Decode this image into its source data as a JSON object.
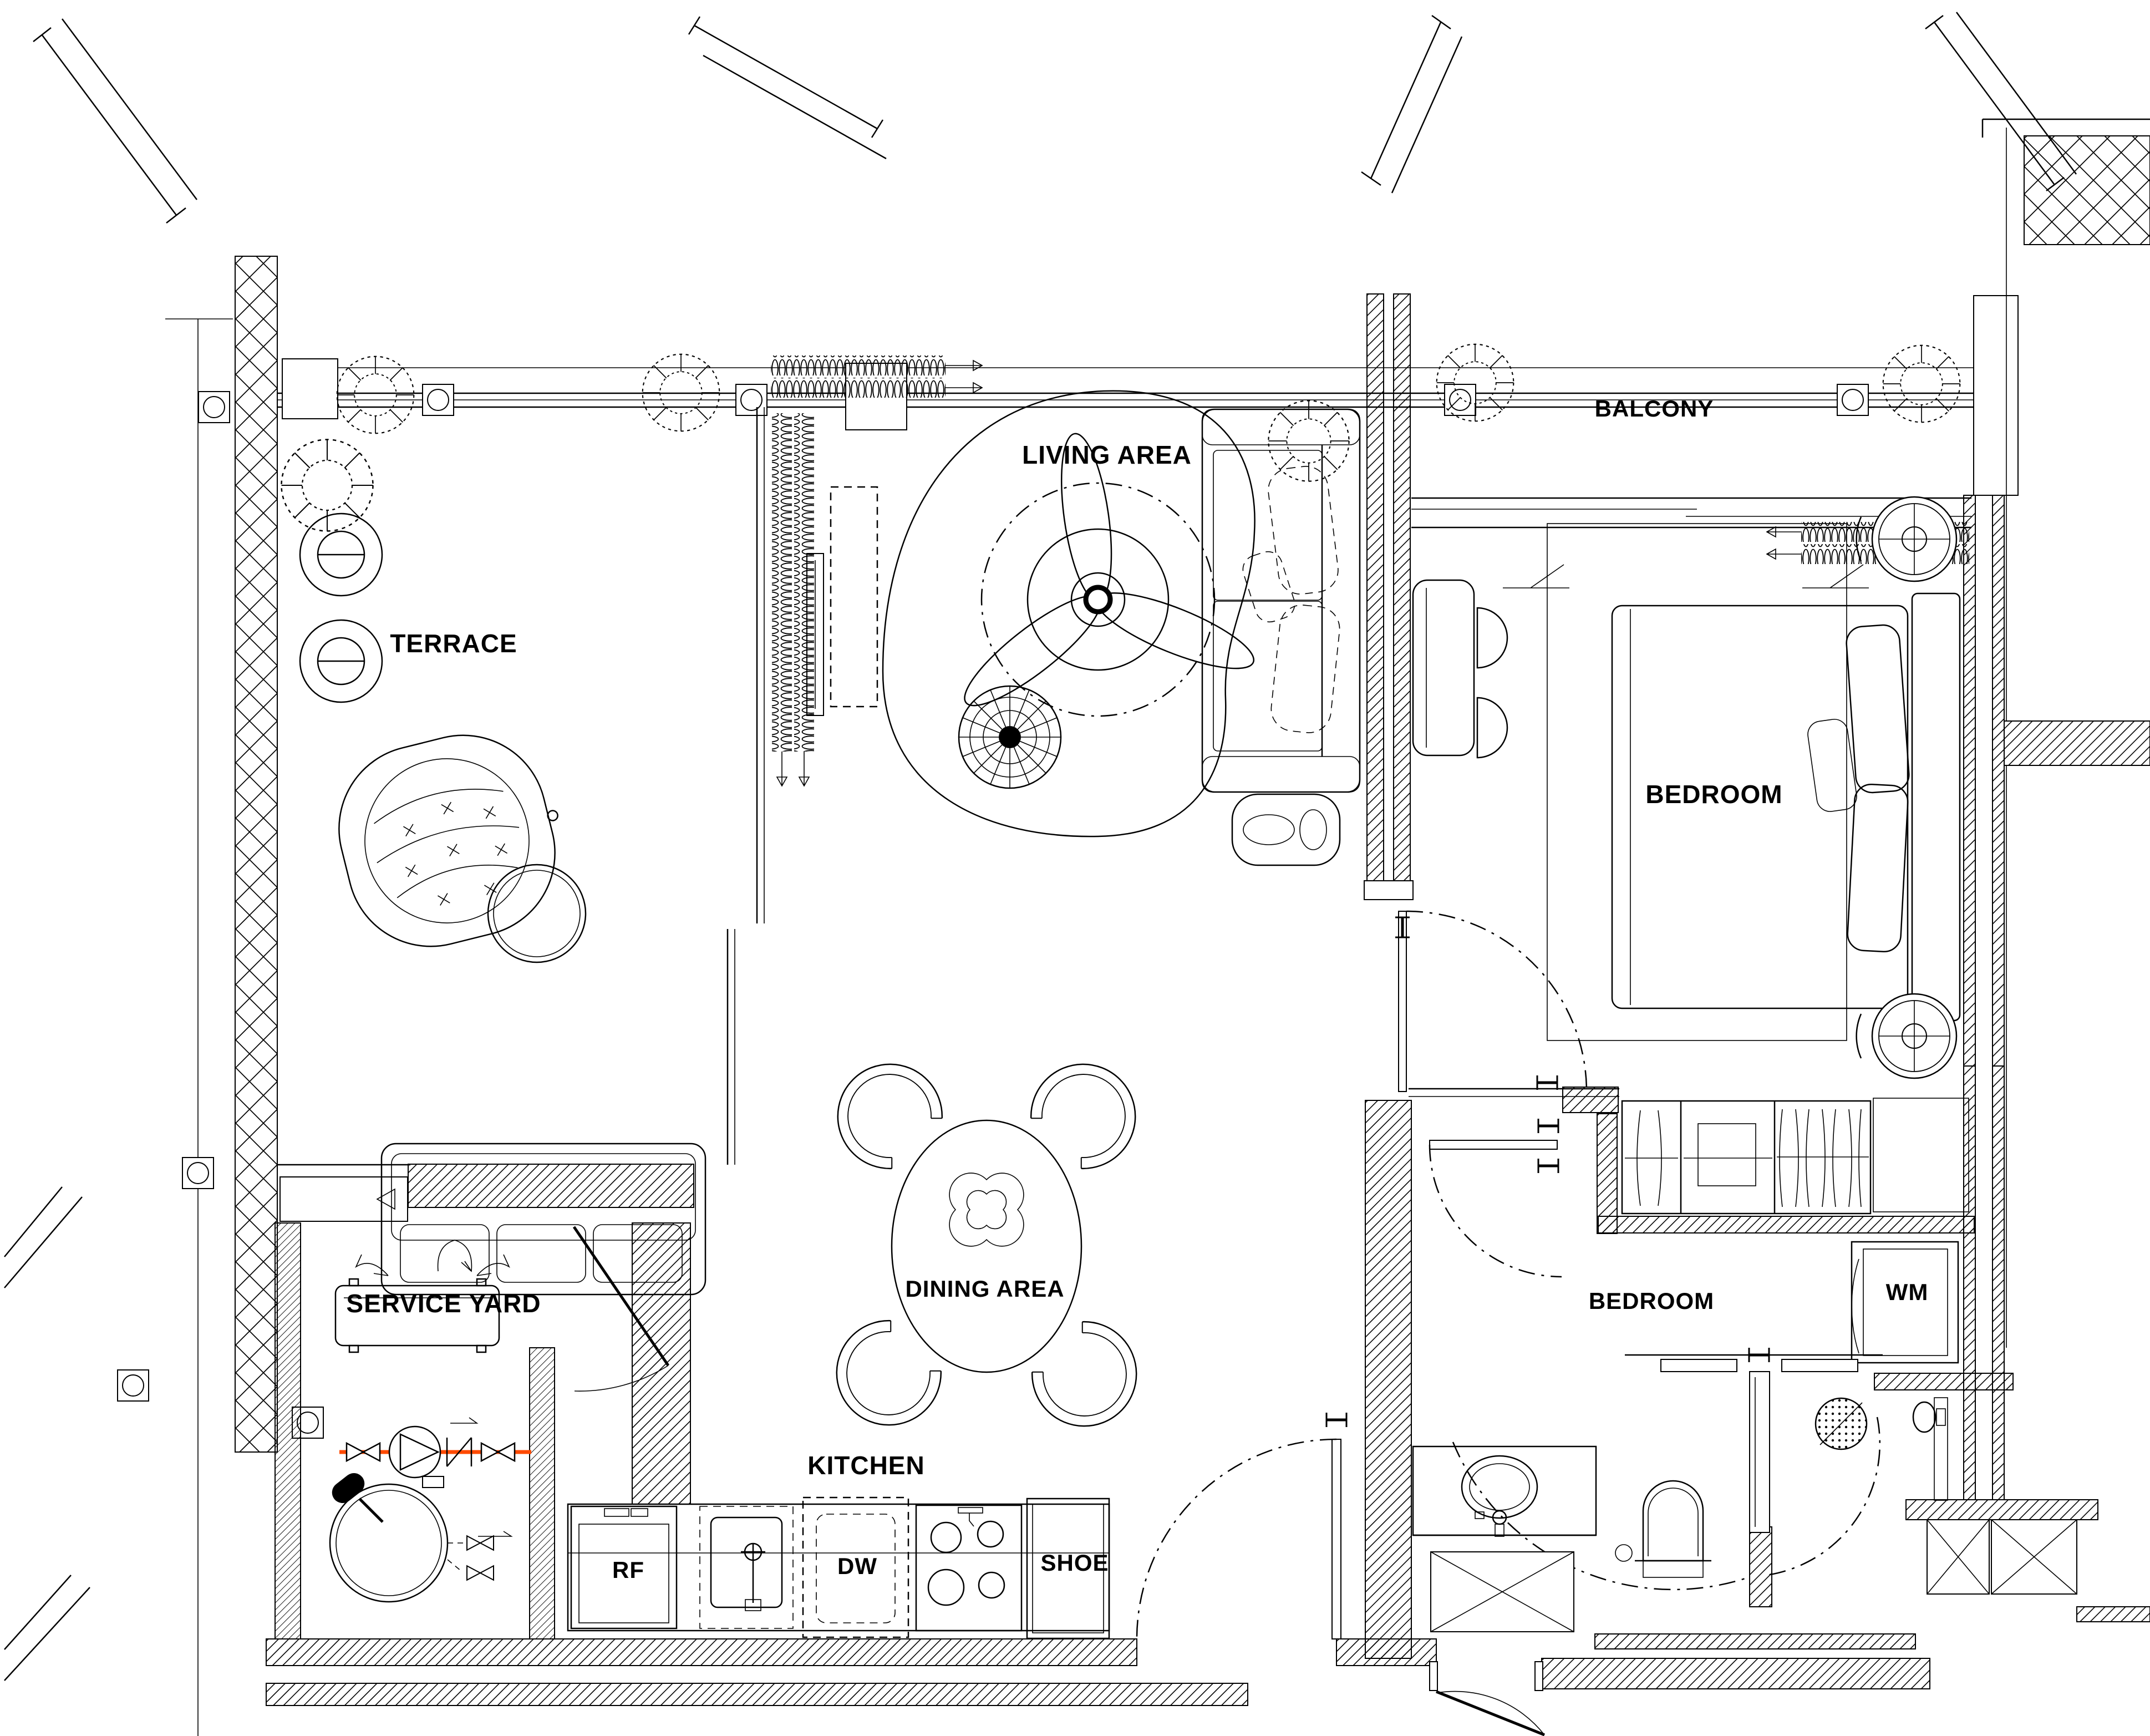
{
  "drawing": {
    "type": "apartment-floor-plan",
    "colors": {
      "line": "#000000",
      "background": "#ffffff",
      "pipe_accent": "#ff4a00"
    }
  },
  "rooms": {
    "terrace": "TERRACE",
    "living": "LIVING AREA",
    "balcony": "BALCONY",
    "bedroom1": "BEDROOM",
    "dining": "DINING AREA",
    "service_yard": "SERVICE YARD",
    "kitchen": "KITCHEN",
    "bedroom2": "BEDROOM"
  },
  "appliances": {
    "refrigerator": "RF",
    "dishwasher": "DW",
    "shoe_cabinet": "SHOE",
    "washing_machine": "WM"
  }
}
